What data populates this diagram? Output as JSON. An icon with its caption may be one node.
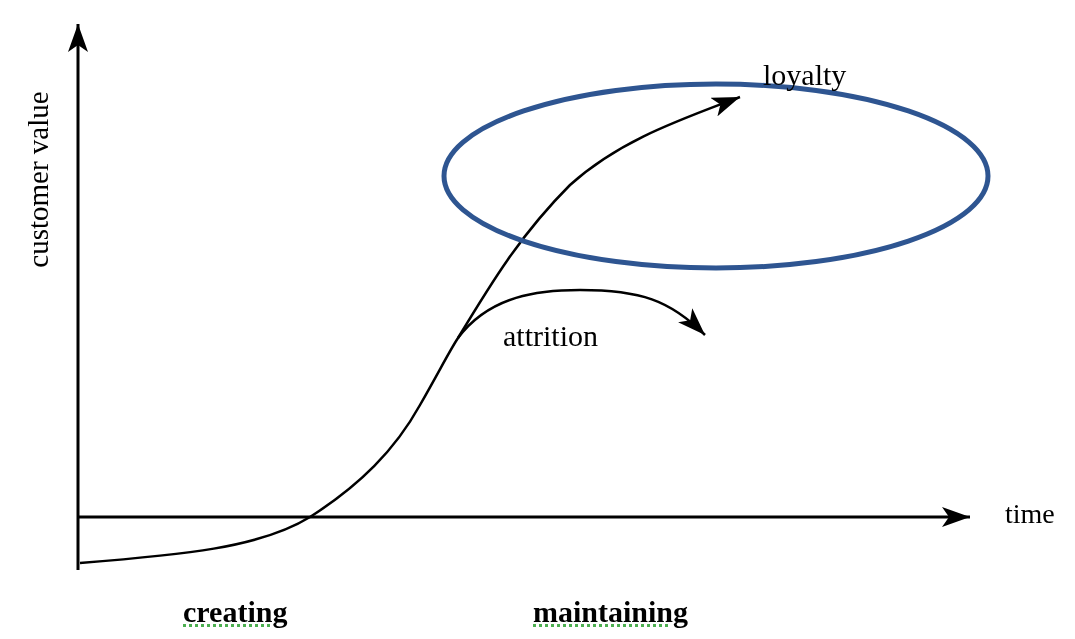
{
  "diagram": {
    "labels": [
      "customer value",
      "loyalty",
      "attrition",
      "time",
      "creating",
      "maintaining"
    ]
  }
}
